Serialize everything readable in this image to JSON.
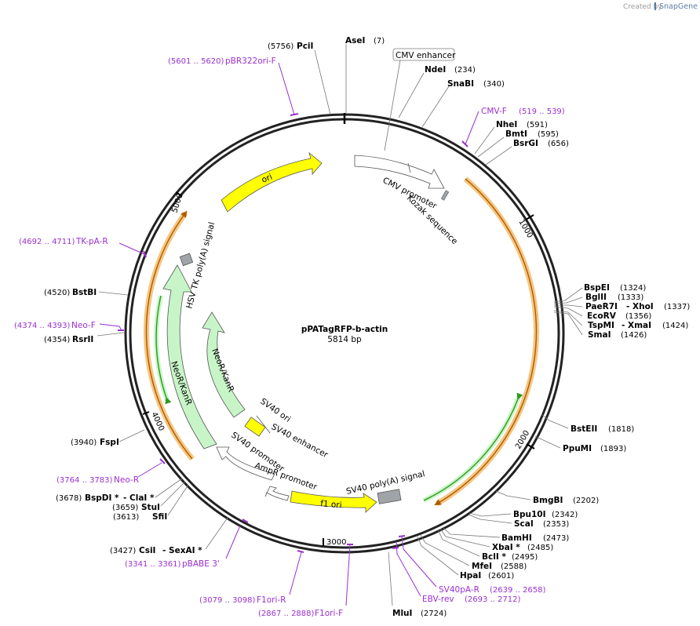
{
  "watermark": {
    "prefix": "Created by",
    "brand": "SnapGene"
  },
  "plasmid": {
    "name": "pPATagRFP-b-actin",
    "size": "5814 bp"
  },
  "ticks": [
    "1000",
    "2000",
    "3000",
    "4000",
    "5000"
  ],
  "features": [
    {
      "id": "cmv-promoter",
      "label": "CMV promoter"
    },
    {
      "id": "kozak",
      "label": "Kozak sequence"
    },
    {
      "id": "ori",
      "label": "ori"
    },
    {
      "id": "hsv-tk",
      "label": "HSV TK poly(A) signal"
    },
    {
      "id": "neor-outer",
      "label": "NeoR/KanR"
    },
    {
      "id": "neor-inner",
      "label": "NeoR/KanR"
    },
    {
      "id": "sv40-ori",
      "label": "SV40 ori"
    },
    {
      "id": "sv40-enh",
      "label": "SV40 enhancer"
    },
    {
      "id": "sv40-prom",
      "label": "SV40 promoter"
    },
    {
      "id": "ampr-prom",
      "label": "AmpR promoter"
    },
    {
      "id": "f1-ori",
      "label": "f1 ori"
    },
    {
      "id": "sv40-polya",
      "label": "SV40 poly(A) signal"
    }
  ],
  "boxed_label": "CMV enhancer",
  "sites": [
    {
      "name": "AseI",
      "pos": "(7)"
    },
    {
      "name": "PciI",
      "pos": "(5756)"
    },
    {
      "name": "NdeI",
      "pos": "(234)"
    },
    {
      "name": "SnaBI",
      "pos": "(340)"
    },
    {
      "name": "NheI",
      "pos": "(591)"
    },
    {
      "name": "BmtI",
      "pos": "(595)"
    },
    {
      "name": "BsrGI",
      "pos": "(656)"
    },
    {
      "name": "BspEI",
      "pos": "(1324)"
    },
    {
      "name": "BglII",
      "pos": "(1333)"
    },
    {
      "name": "PaeR7I",
      "pos": ""
    },
    {
      "name": "- XhoI",
      "pos": "(1337)"
    },
    {
      "name": "EcoRV",
      "pos": "(1356)"
    },
    {
      "name": "TspMI",
      "pos": ""
    },
    {
      "name": "- XmaI",
      "pos": "(1424)"
    },
    {
      "name": "SmaI",
      "pos": "(1426)"
    },
    {
      "name": "BstEII",
      "pos": "(1818)"
    },
    {
      "name": "PpuMI",
      "pos": "(1893)"
    },
    {
      "name": "BmgBI",
      "pos": "(2202)"
    },
    {
      "name": "Bpu10I",
      "pos": "(2342)"
    },
    {
      "name": "ScaI",
      "pos": "(2353)"
    },
    {
      "name": "BamHI",
      "pos": "(2473)"
    },
    {
      "name": "XbaI *",
      "pos": "(2485)"
    },
    {
      "name": "BclI *",
      "pos": "(2495)"
    },
    {
      "name": "MfeI",
      "pos": "(2588)"
    },
    {
      "name": "HpaI",
      "pos": "(2601)"
    },
    {
      "name": "MluI",
      "pos": "(2724)"
    },
    {
      "name": "CsiI",
      "pos": "(3427)"
    },
    {
      "name": "- SexAI *",
      "pos": ""
    },
    {
      "name": "SfiI",
      "pos": "(3613)"
    },
    {
      "name": "StuI",
      "pos": "(3659)"
    },
    {
      "name": "BspDI *",
      "pos": "(3678)"
    },
    {
      "name": "- ClaI *",
      "pos": ""
    },
    {
      "name": "FspI",
      "pos": "(3940)"
    },
    {
      "name": "RsrII",
      "pos": "(4354)"
    },
    {
      "name": "BstBI",
      "pos": "(4520)"
    }
  ],
  "primers": [
    {
      "name": "pBR322ori-F",
      "range": "(5601 .. 5620)"
    },
    {
      "name": "CMV-F",
      "range": "(519 .. 539)"
    },
    {
      "name": "TK-pA-R",
      "range": "(4692 .. 4711)"
    },
    {
      "name": "Neo-F",
      "range": "(4374 .. 4393)"
    },
    {
      "name": "Neo-R",
      "range": "(3764 .. 3783)"
    },
    {
      "name": "pBABE 3'",
      "range": "(3341 .. 3361)"
    },
    {
      "name": "F1ori-R",
      "range": "(3079 .. 3098)"
    },
    {
      "name": "F1ori-F",
      "range": "(2867 .. 2888)"
    },
    {
      "name": "SV40pA-R",
      "range": "(2639 .. 2658)"
    },
    {
      "name": "EBV-rev",
      "range": "(2693 .. 2712)"
    }
  ],
  "colors": {
    "backbone": "#222222",
    "primer": "#9b30d0",
    "ori": "#ffff00",
    "resistance": "#c8f5c8",
    "orf_highlight": "#f5c680",
    "orf_line": "#b05a00",
    "green_orf": "#2f9a1a",
    "terminator": "#a0a4a8",
    "promoter": "#ffffff"
  }
}
